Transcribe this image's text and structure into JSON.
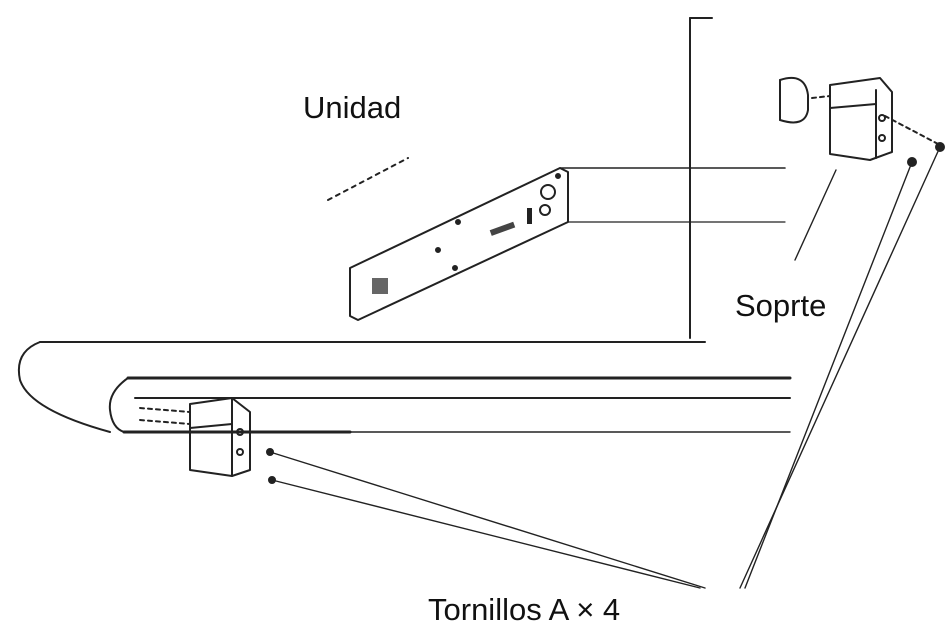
{
  "labels": {
    "unit": "Unidad",
    "bracket": "Soprte",
    "screws": "Tornillos A × 4"
  }
}
